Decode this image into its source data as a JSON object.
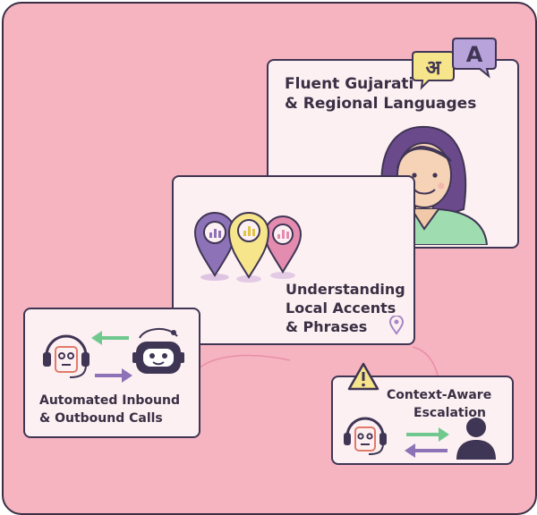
{
  "cards": {
    "languages": {
      "line1": "Fluent Gujarati",
      "line2": "& Regional Languages"
    },
    "accents": {
      "line1": "Understanding",
      "line2": "Local Accents",
      "line3": "& Phrases"
    },
    "calls": {
      "line1": "Automated Inbound",
      "line2": "& Outbound Calls"
    },
    "escalation": {
      "line1": "Context-Aware",
      "line2": "Escalation"
    }
  },
  "speech_bubbles": {
    "hindi_glyph": "अ",
    "latin_glyph": "A"
  },
  "icons": {
    "languages": [
      "hindi-speech-bubble-icon",
      "latin-speech-bubble-icon",
      "woman-avatar-icon"
    ],
    "accents": [
      "purple-location-pin-icon",
      "yellow-location-pin-icon",
      "pink-location-pin-icon",
      "small-location-pin-icon"
    ],
    "calls": [
      "headset-agent-icon",
      "robot-icon",
      "arrow-left-icon",
      "arrow-right-icon"
    ],
    "escalation": [
      "warning-icon",
      "headset-agent-icon",
      "person-icon",
      "arrow-right-icon",
      "arrow-left-icon"
    ]
  },
  "colors": {
    "background": "#f6b3c0",
    "card": "#fdf0f2",
    "outline": "#3f3554",
    "purple": "#8e72b8",
    "yellow": "#f6e58a",
    "pink": "#e48cb0",
    "green": "#7fce9c"
  }
}
